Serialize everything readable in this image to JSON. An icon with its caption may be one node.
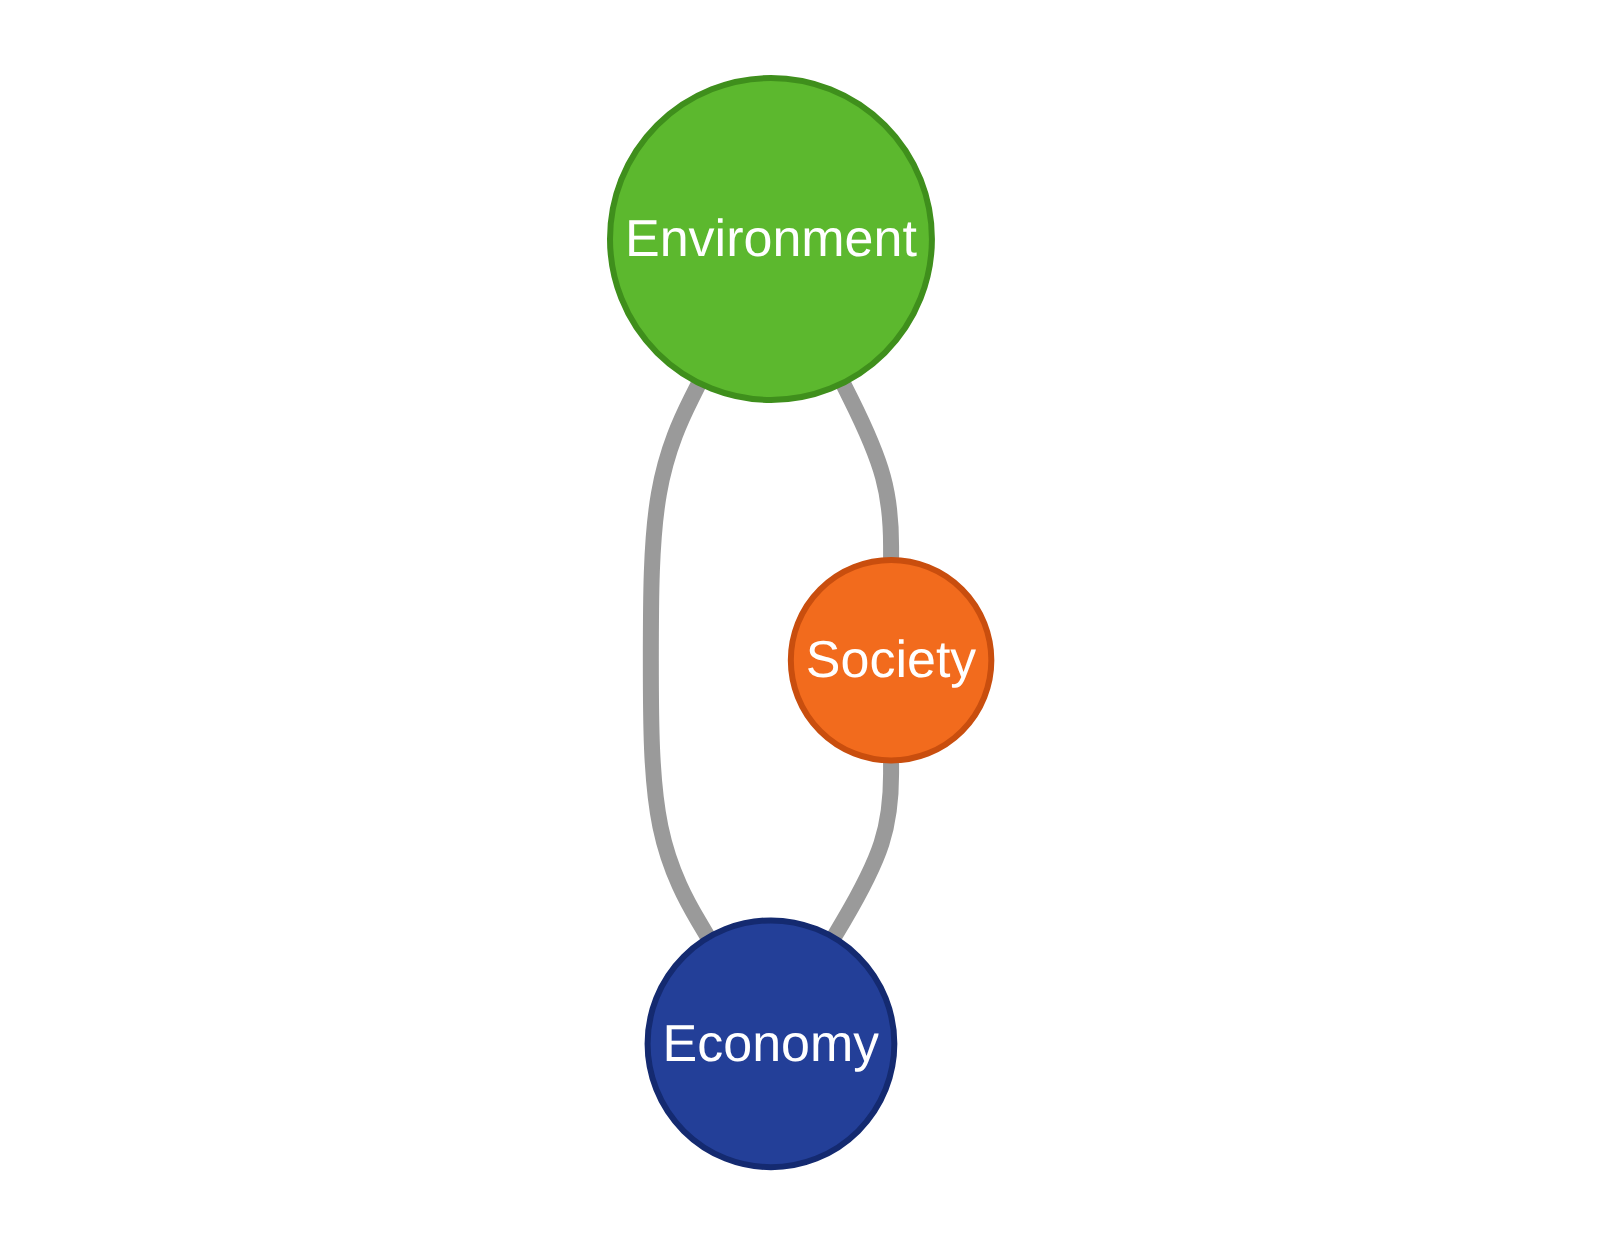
{
  "diagram": {
    "nodes": [
      {
        "text": [
          "Environment"
        ]
      },
      {
        "text": [
          "Society"
        ]
      },
      {
        "text": [
          "Economy"
        ]
      }
    ],
    "edges": [
      {
        "from": 0,
        "to": 1,
        "arrow": "none"
      },
      {
        "from": 0,
        "to": 2,
        "arrow": "none"
      },
      {
        "from": 1,
        "to": 2,
        "arrow": "none"
      }
    ]
  }
}
